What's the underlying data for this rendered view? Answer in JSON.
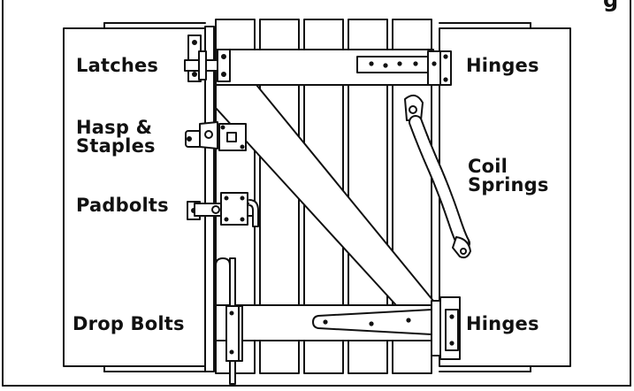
{
  "labels": {
    "latches": "Latches",
    "hasp_line1": "Hasp &",
    "hasp_line2": "Staples",
    "padbolts": "Padbolts",
    "drop_bolts": "Drop Bolts",
    "hinges_top": "Hinges",
    "coil_line1": "Coil",
    "coil_line2": "Springs",
    "hinges_bottom": "Hinges",
    "corner_glyph": "g"
  },
  "colors": {
    "line": "#111111",
    "background": "#ffffff"
  }
}
